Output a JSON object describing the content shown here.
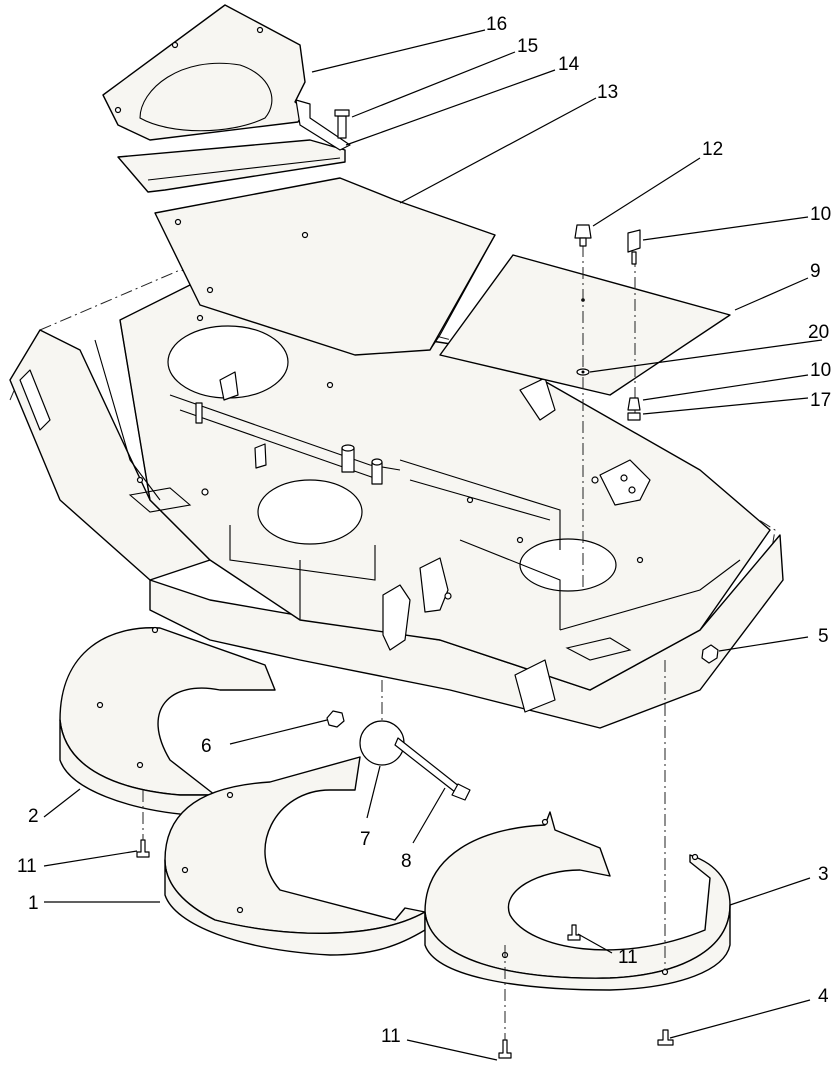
{
  "diagram": {
    "callouts": [
      {
        "id": "c16",
        "label": "16"
      },
      {
        "id": "c15",
        "label": "15"
      },
      {
        "id": "c14",
        "label": "14"
      },
      {
        "id": "c13",
        "label": "13"
      },
      {
        "id": "c12",
        "label": "12"
      },
      {
        "id": "c10a",
        "label": "10"
      },
      {
        "id": "c9",
        "label": "9"
      },
      {
        "id": "c20",
        "label": "20"
      },
      {
        "id": "c10b",
        "label": "10"
      },
      {
        "id": "c17",
        "label": "17"
      },
      {
        "id": "c5",
        "label": "5"
      },
      {
        "id": "c6",
        "label": "6"
      },
      {
        "id": "c7",
        "label": "7"
      },
      {
        "id": "c8",
        "label": "8"
      },
      {
        "id": "c2",
        "label": "2"
      },
      {
        "id": "c11a",
        "label": "11"
      },
      {
        "id": "c1",
        "label": "1"
      },
      {
        "id": "c3",
        "label": "3"
      },
      {
        "id": "c11b",
        "label": "11"
      },
      {
        "id": "c4",
        "label": "4"
      },
      {
        "id": "c11c",
        "label": "11"
      }
    ]
  }
}
